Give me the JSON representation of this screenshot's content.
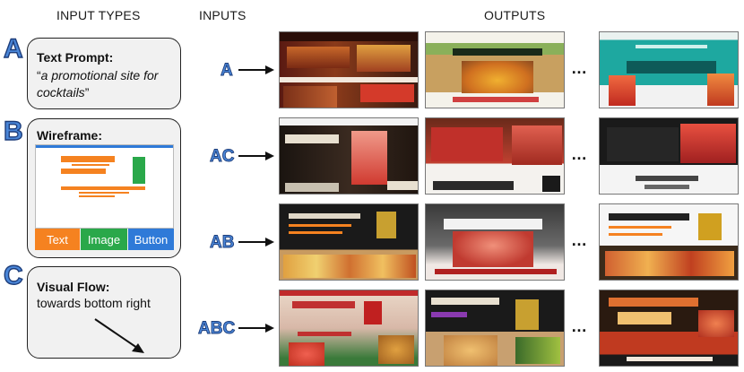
{
  "headers": {
    "input_types": "INPUT TYPES",
    "inputs": "INPUTS",
    "outputs": "OUTPUTS"
  },
  "cards": {
    "a": {
      "letter": "A",
      "title": "Text Prompt:",
      "quote_open": "“",
      "prompt": "a promotional site for cocktails",
      "quote_close": "”"
    },
    "b": {
      "letter": "B",
      "title": "Wireframe:",
      "legend": [
        "Text",
        "Image",
        "Button"
      ]
    },
    "c": {
      "letter": "C",
      "title": "Visual Flow:",
      "text": "towards bottom right"
    }
  },
  "rows": [
    {
      "label": "A"
    },
    {
      "label": "AC"
    },
    {
      "label": "AB"
    },
    {
      "label": "ABC"
    }
  ],
  "dots": "…",
  "colors": {
    "letter": "#4a86d8",
    "text_block": "#f58220",
    "image_block": "#2aa84a",
    "button_block": "#2f7ad8"
  }
}
